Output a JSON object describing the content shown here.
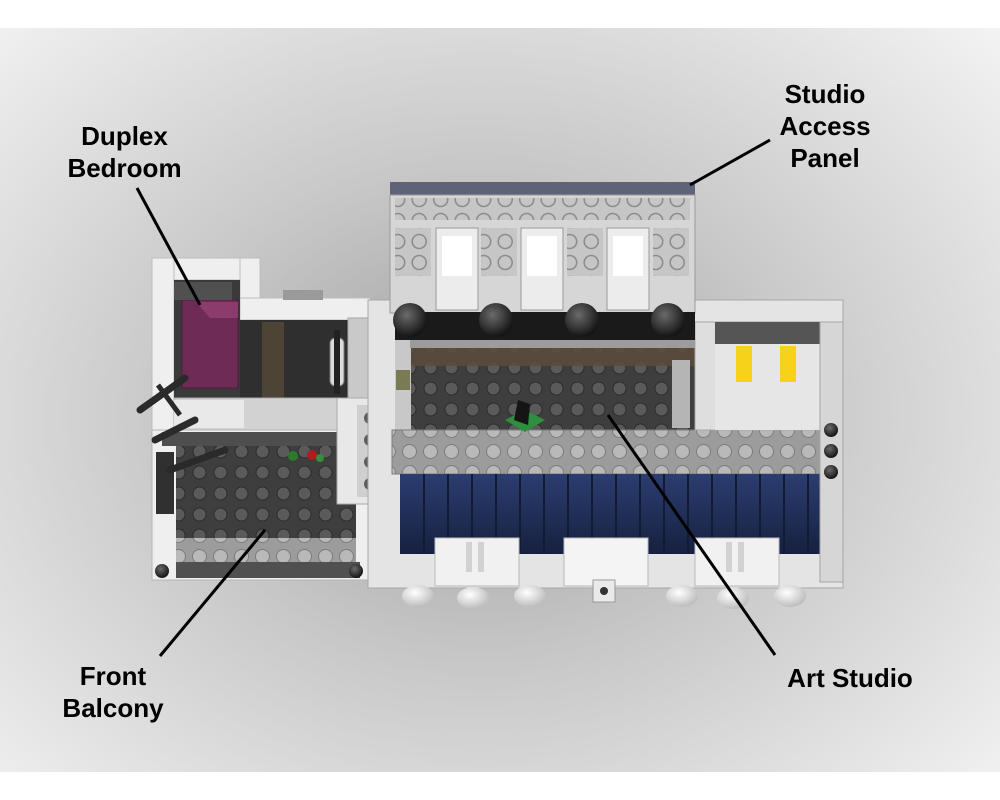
{
  "labels": {
    "duplex_bedroom": "Duplex\nBedroom",
    "studio_access_panel": "Studio\nAccess\nPanel",
    "front_balcony": "Front\nBalcony",
    "art_studio": "Art Studio"
  },
  "colors": {
    "background_light": "#f3f3f3",
    "background_dark": "#b9b9b9",
    "brick_light_gray": "#c8c8c8",
    "brick_dark_gray": "#5b5b5b",
    "brick_white": "#f2f2f2",
    "floor_gray": "#474747",
    "navy": "#1e2c54",
    "yellow": "#f7d21b",
    "magenta_purple": "#6e2b55",
    "black": "#141414",
    "leader_line": "#000000"
  }
}
